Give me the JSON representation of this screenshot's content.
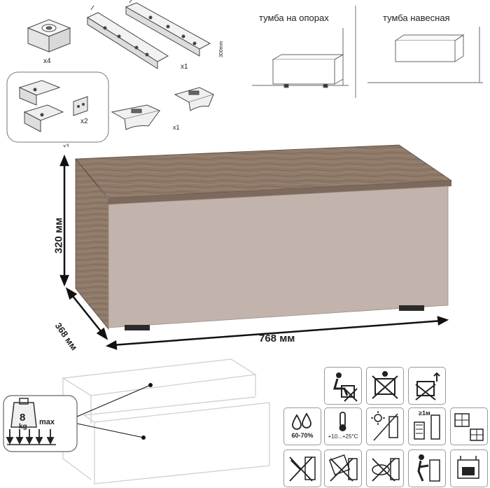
{
  "hardware": {
    "foot_qty": "x4",
    "rails_qty": "x1",
    "rail_length": "300mm",
    "hinge_set_qty": "x1",
    "plate_qty": "x2",
    "clip_qty": "x1"
  },
  "mounting": {
    "floor_label": "тумба на опорах",
    "wall_label": "тумба навесная"
  },
  "dimensions": {
    "height": "320 мм",
    "depth": "368 мм",
    "width": "768 мм"
  },
  "load": {
    "value": "8",
    "unit": "kg",
    "suffix": "max"
  },
  "care": {
    "humidity": "60-70%",
    "temperature": "+10...+25°C",
    "distance": "≥1м"
  },
  "colors": {
    "wood_top": "#8b7565",
    "front": "#c2b3ad",
    "side": "#7d6a5c",
    "feet": "#2b2b2b",
    "outline": "#555555"
  }
}
